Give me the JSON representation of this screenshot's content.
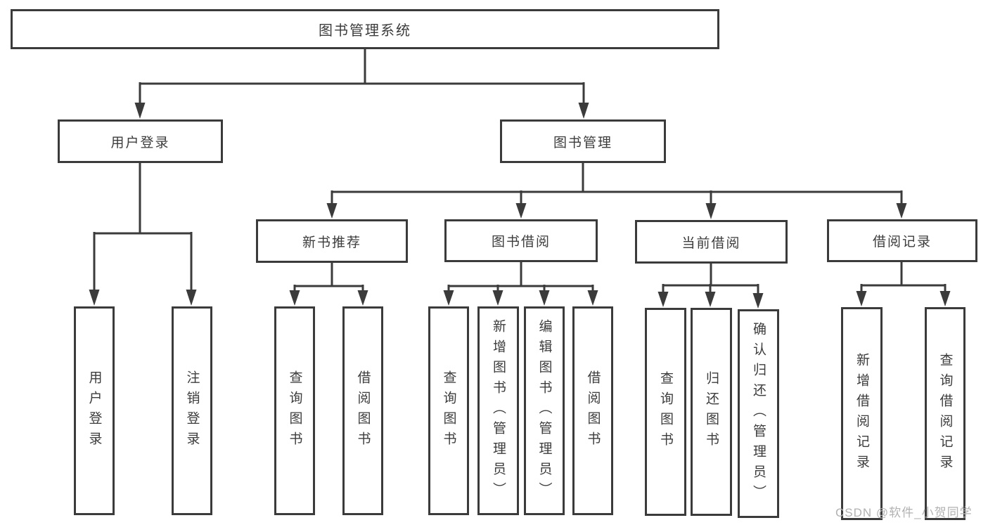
{
  "tree": {
    "root": {
      "label": "图书管理系统"
    },
    "level2": [
      {
        "label": "用户登录",
        "children": [
          {
            "label": "用户登录"
          },
          {
            "label": "注销登录"
          }
        ]
      },
      {
        "label": "图书管理",
        "children": [
          {
            "label": "新书推荐",
            "children": [
              {
                "label": "查询图书"
              },
              {
                "label": "借阅图书"
              }
            ]
          },
          {
            "label": "图书借阅",
            "children": [
              {
                "label": "查询图书"
              },
              {
                "label": "新增图书（管理员）"
              },
              {
                "label": "编辑图书（管理员）"
              },
              {
                "label": "借阅图书"
              }
            ]
          },
          {
            "label": "当前借阅",
            "children": [
              {
                "label": "查询图书"
              },
              {
                "label": "归还图书"
              },
              {
                "label": "确认归还（管理员）"
              }
            ]
          },
          {
            "label": "借阅记录",
            "children": [
              {
                "label": "新增借阅记录"
              },
              {
                "label": "查询借阅记录"
              }
            ]
          }
        ]
      }
    ]
  },
  "watermark": "CSDN @软件_小贺同学",
  "colors": {
    "line": "#3b3b3b",
    "text": "#3c3c3c",
    "watermark": "#b2b2b2",
    "background": "#ffffff"
  }
}
